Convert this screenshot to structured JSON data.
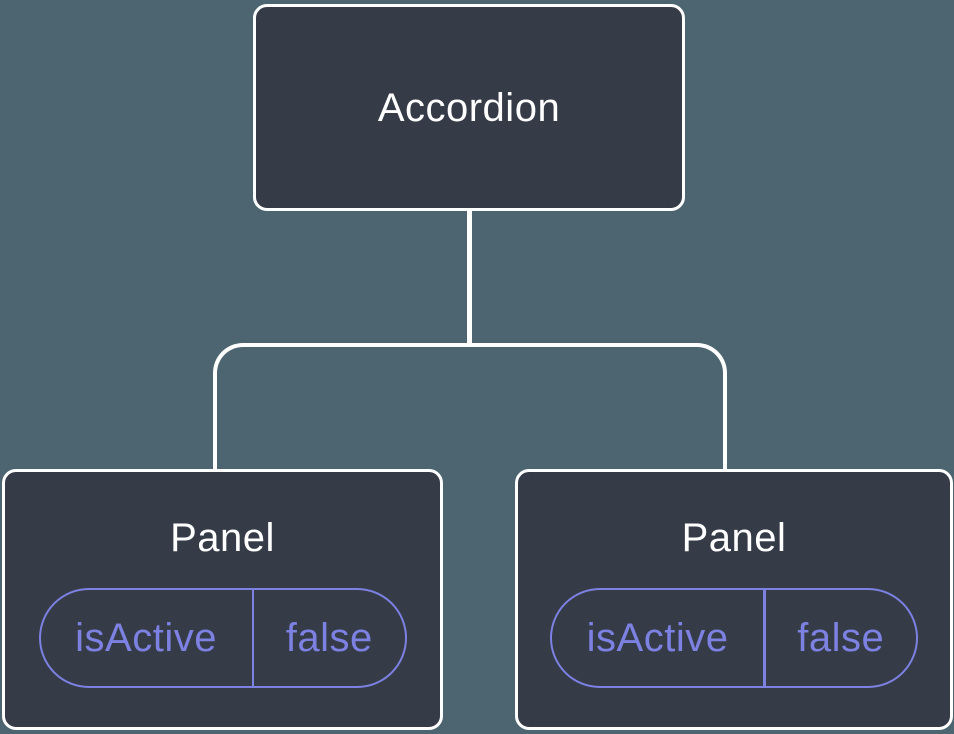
{
  "diagram": {
    "root": {
      "label": "Accordion"
    },
    "panels": [
      {
        "label": "Panel",
        "state": {
          "key": "isActive",
          "value": "false"
        }
      },
      {
        "label": "Panel",
        "state": {
          "key": "isActive",
          "value": "false"
        }
      }
    ]
  },
  "colors": {
    "background": "#4D6570",
    "node_fill": "#353B47",
    "node_border": "#FFFFFF",
    "accent": "#7C81E2",
    "text": "#FFFFFF"
  }
}
